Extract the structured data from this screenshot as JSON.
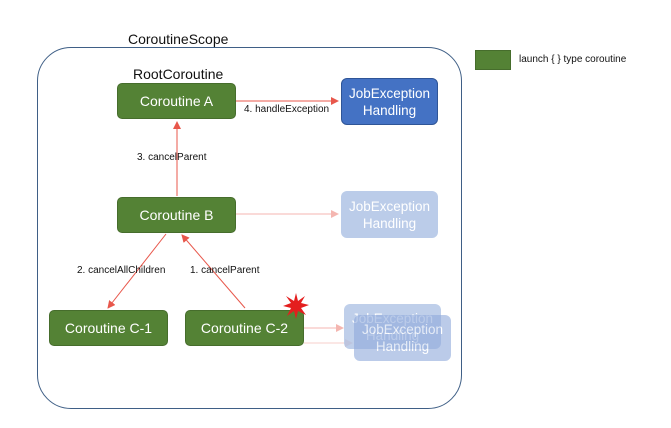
{
  "scope": {
    "title": "CoroutineScope"
  },
  "root": {
    "title": "RootCoroutine"
  },
  "nodes": {
    "a": "Coroutine A",
    "b": "Coroutine B",
    "c1": "Coroutine C-1",
    "c2": "Coroutine C-2"
  },
  "handler": {
    "line1": "JobException",
    "line2": "Handling"
  },
  "edges": {
    "handle_exception": "4. handleException",
    "cancel_parent_b": "3. cancelParent",
    "cancel_all_children": "2. cancelAllChildren",
    "cancel_parent_c2": "1. cancelParent"
  },
  "legend": {
    "label": "launch { } type coroutine"
  },
  "colors": {
    "coroutine": "#548235",
    "handler_active": "#4472c4",
    "handler_faded": "#b4c7e7",
    "arrow": "#e8574b",
    "burst": "#e41e1e",
    "scope_border": "#3f5f86"
  }
}
